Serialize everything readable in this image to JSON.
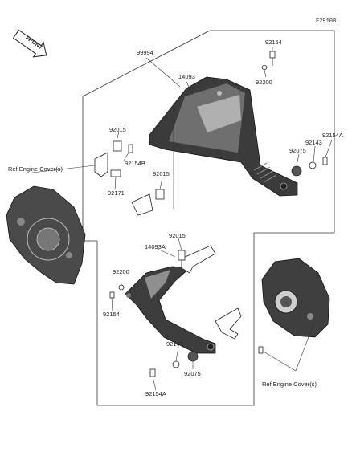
{
  "figure_code": "F2910B",
  "front_badge": "FRONT",
  "colors": {
    "line": "#333333",
    "part_dark": "#3a3a3a",
    "part_light": "#bdbdbd"
  },
  "parts": {
    "kit": "99994",
    "slider_upper": "14093",
    "slider_lower": "14093A",
    "bolt_top": "92154",
    "collar_top": "92200",
    "bolt_a_right": "92154A",
    "washer_right": "92143",
    "spacer_right": "92075",
    "collar_left_upper": "92015",
    "bolt_b": "92154B",
    "clamp": "92171",
    "collar_mid": "92015",
    "collar_lower": "92015",
    "collar_lower_left": "92200",
    "bolt_lower_left": "92154",
    "washer_bottom": "92143",
    "bolt_a_bottom": "92154A",
    "spacer_bottom": "92075"
  },
  "refs": {
    "left": "Ref.Engine Cover(s)",
    "right": "Ref.Engine Cover(s)"
  }
}
